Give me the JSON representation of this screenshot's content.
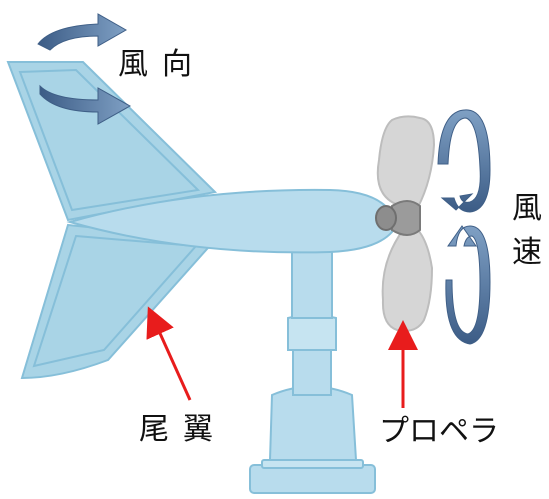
{
  "labels": {
    "wind_direction": "風向",
    "wind_speed_top": "風",
    "wind_speed_bottom": "速",
    "tail_fin": "尾翼",
    "propeller": "プロペラ"
  },
  "colors": {
    "body_fill": "#b8dced",
    "body_stroke": "#86bfd9",
    "tail_fill": "#a9d4e6",
    "propeller_fill": "#d6d6d6",
    "propeller_stroke": "#b5b5b5",
    "arrow_blue": "#5e7fa8",
    "arrow_blue_dark": "#3f5f87",
    "pointer_red": "#e81c1c"
  }
}
